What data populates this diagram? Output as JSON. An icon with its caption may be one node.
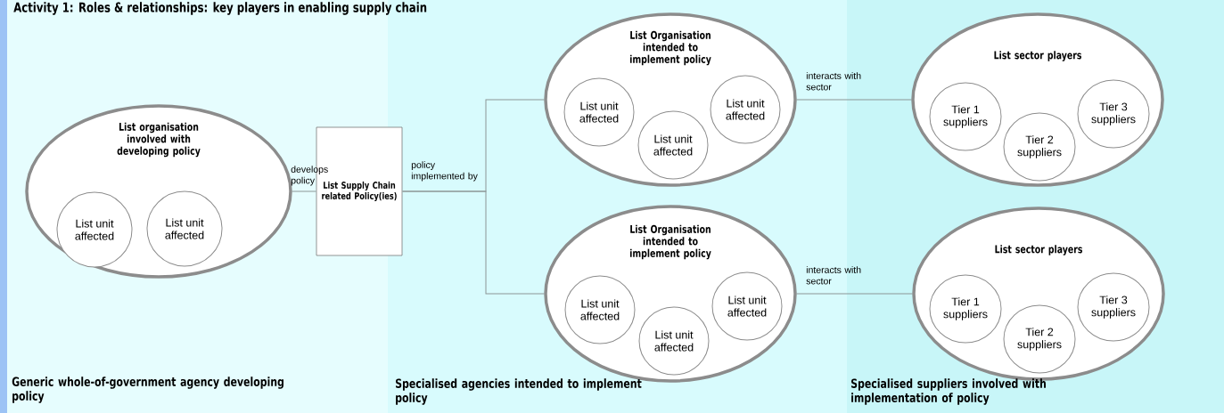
{
  "diagram": {
    "title": "Activity 1: Roles & relationships: key players in enabling supply chain",
    "nodes": [
      {
        "text": [
          "List organisation involved with developing policy"
        ]
      },
      {
        "text": [
          "List unit affected"
        ],
        "in": 0
      },
      {
        "text": [
          "List unit affected"
        ],
        "in": 0
      },
      {
        "text": [
          "List Supply Chain related Policy(ies)"
        ]
      },
      {
        "text": [
          "List Organisation intended to implement policy"
        ]
      },
      {
        "text": [
          "List unit affected"
        ],
        "in": 4
      },
      {
        "text": [
          "List unit affected"
        ],
        "in": 4
      },
      {
        "text": [
          "List unit affected"
        ],
        "in": 4
      },
      {
        "text": [
          "List Organisation intended to implement policy"
        ]
      },
      {
        "text": [
          "List unit affected"
        ],
        "in": 8
      },
      {
        "text": [
          "List unit affected"
        ],
        "in": 8
      },
      {
        "text": [
          "List unit affected"
        ],
        "in": 8
      },
      {
        "text": [
          "List sector players"
        ]
      },
      {
        "text": [
          "Tier 1 suppliers"
        ],
        "in": 12
      },
      {
        "text": [
          "Tier 2 suppliers"
        ],
        "in": 12
      },
      {
        "text": [
          "Tier 3 suppliers"
        ],
        "in": 12
      },
      {
        "text": [
          "List sector players"
        ]
      },
      {
        "text": [
          "Tier 1 suppliers"
        ],
        "in": 16
      },
      {
        "text": [
          "Tier 2 suppliers"
        ],
        "in": 16
      },
      {
        "text": [
          "Tier 3 suppliers"
        ],
        "in": 16
      }
    ],
    "edges": [
      {
        "from": 0,
        "to": 3,
        "arrow": "none",
        "label": "develops policy"
      },
      {
        "from": 3,
        "to": 4,
        "arrow": "none",
        "label": "policy implemented by"
      },
      {
        "from": 3,
        "to": 8,
        "arrow": "none"
      },
      {
        "from": 4,
        "to": 12,
        "arrow": "none",
        "label": "interacts with sector"
      },
      {
        "from": 8,
        "to": 16,
        "arrow": "none",
        "label": "interacts with sector"
      }
    ],
    "labels": [
      "Generic whole-of-government agency developing policy",
      "Specialised agencies intended to implement policy",
      "Specialised suppliers involved with implementation of policy"
    ]
  }
}
